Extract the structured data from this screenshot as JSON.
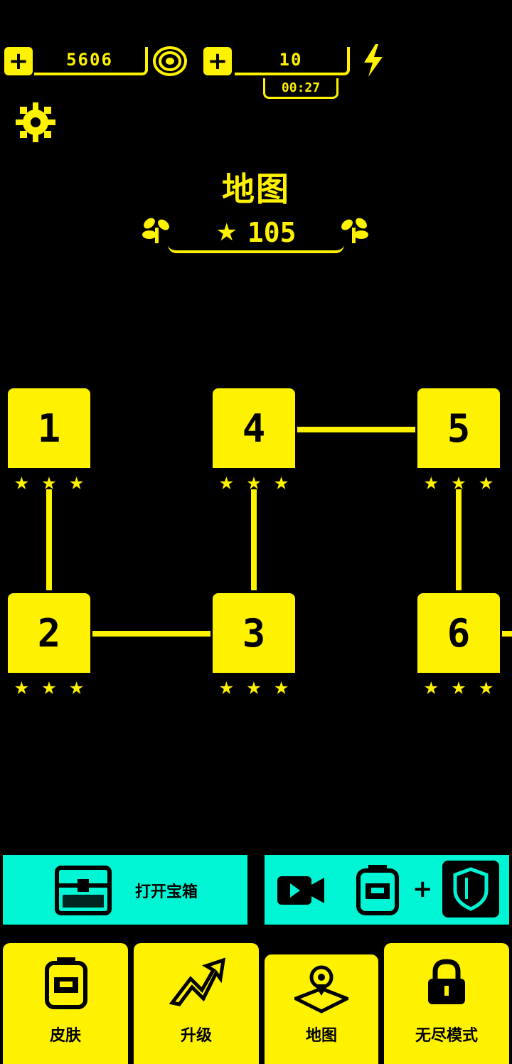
{
  "hud": {
    "coins": "5606",
    "energy": "10",
    "timer": "00:27"
  },
  "map": {
    "title": "地图",
    "total_stars": "105"
  },
  "levels": [
    {
      "number": "1",
      "stars": 3
    },
    {
      "number": "2",
      "stars": 3
    },
    {
      "number": "3",
      "stars": 3
    },
    {
      "number": "4",
      "stars": 3
    },
    {
      "number": "5",
      "stars": 3
    },
    {
      "number": "6",
      "stars": 3
    }
  ],
  "promo": {
    "open_chest_label": "打开宝箱"
  },
  "nav": {
    "skins": "皮肤",
    "upgrade": "升级",
    "map": "地图",
    "endless": "无尽模式"
  },
  "colors": {
    "background": "#000000",
    "primary": "#FFF200",
    "accent": "#00F5D4"
  }
}
